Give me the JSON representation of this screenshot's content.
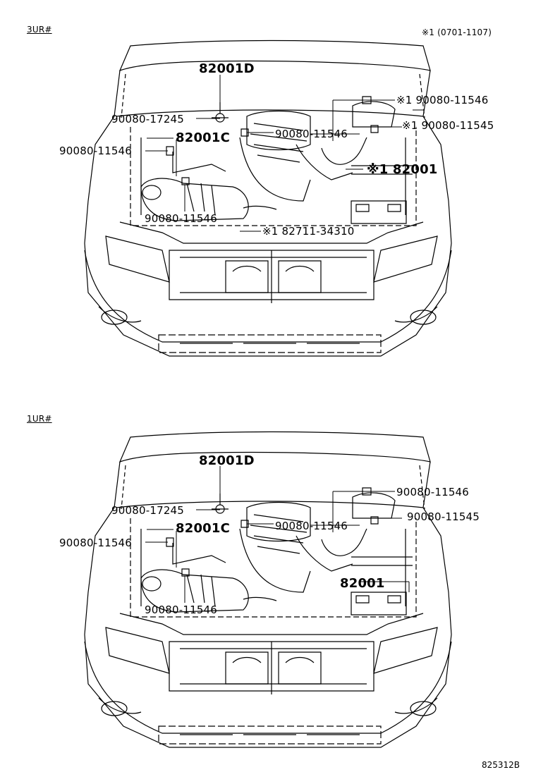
{
  "top": {
    "engine": "3UR#",
    "note": "※1 (0701-1107)",
    "labels": {
      "p82001D": "82001D",
      "p9008017245": "90080-17245",
      "p82001C": "82001C",
      "p90080_left": "90080-11546",
      "p90080_bottom": "90080-11546",
      "p90080_center": "90080-11546",
      "p90080_topright": "※1 90080-11546",
      "p90080_11545": "※1 90080-11545",
      "p82001": "※1 82001",
      "p8271134310": "※1 82711-34310"
    }
  },
  "bottom": {
    "engine": "1UR#",
    "labels": {
      "p82001D": "82001D",
      "p9008017245": "90080-17245",
      "p82001C": "82001C",
      "p90080_left": "90080-11546",
      "p90080_bottom": "90080-11546",
      "p90080_center": "90080-11546",
      "p90080_topright": "90080-11546",
      "p90080_11545": "90080-11545",
      "p82001": "82001"
    }
  },
  "figure_code": "825312B"
}
